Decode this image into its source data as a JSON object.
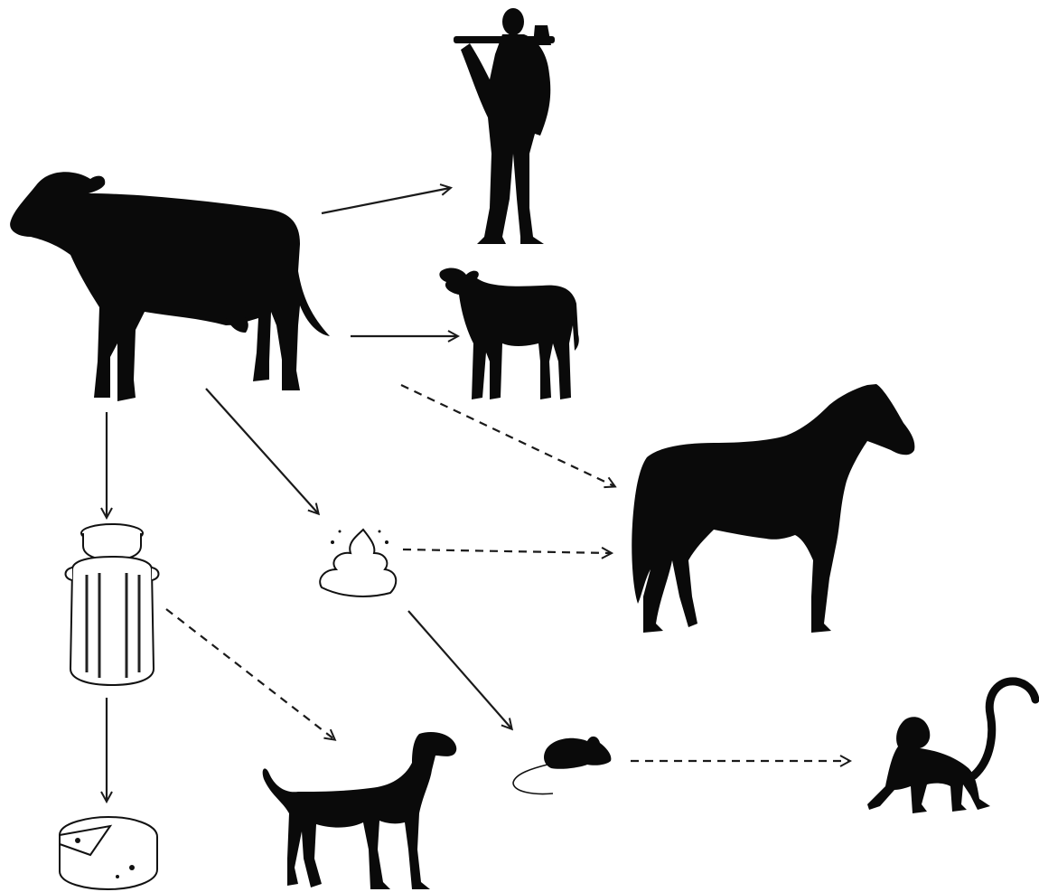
{
  "diagram": {
    "nodes": [
      {
        "id": "cow",
        "icon": "cow-icon"
      },
      {
        "id": "human",
        "icon": "human-icon"
      },
      {
        "id": "calf",
        "icon": "calf-icon"
      },
      {
        "id": "horse",
        "icon": "horse-icon"
      },
      {
        "id": "milk-can",
        "icon": "milk-can-icon"
      },
      {
        "id": "manure",
        "icon": "manure-icon"
      },
      {
        "id": "cheese",
        "icon": "cheese-icon"
      },
      {
        "id": "dog",
        "icon": "dog-icon"
      },
      {
        "id": "mouse",
        "icon": "mouse-icon"
      },
      {
        "id": "monkey",
        "icon": "monkey-icon"
      }
    ],
    "edges": [
      {
        "from": "cow",
        "to": "human",
        "style": "solid"
      },
      {
        "from": "cow",
        "to": "calf",
        "style": "solid"
      },
      {
        "from": "cow",
        "to": "horse",
        "style": "dashed"
      },
      {
        "from": "cow",
        "to": "manure",
        "style": "solid"
      },
      {
        "from": "cow",
        "to": "milk-can",
        "style": "solid"
      },
      {
        "from": "manure",
        "to": "horse",
        "style": "dashed"
      },
      {
        "from": "manure",
        "to": "mouse",
        "style": "solid"
      },
      {
        "from": "milk-can",
        "to": "dog",
        "style": "dashed"
      },
      {
        "from": "milk-can",
        "to": "cheese",
        "style": "solid"
      },
      {
        "from": "mouse",
        "to": "monkey",
        "style": "dashed"
      }
    ],
    "colors": {
      "silhouette": "#0a0a0a",
      "arrow": "#1a1a1a",
      "background": "#ffffff"
    }
  }
}
